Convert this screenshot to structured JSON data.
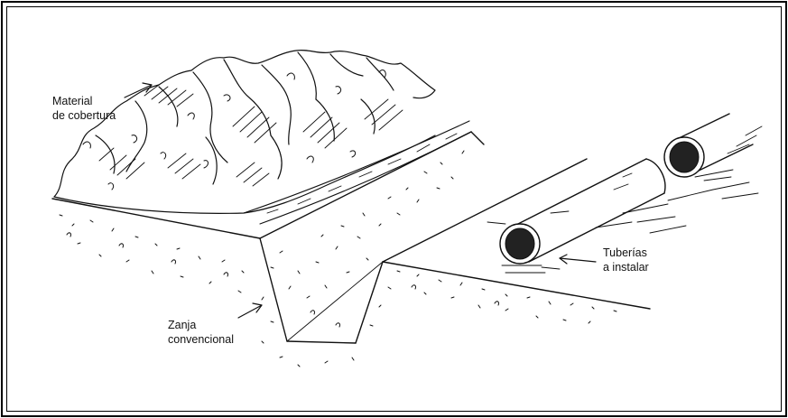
{
  "labels": {
    "cover_material": {
      "line1": "Material",
      "line2": "de cobertura"
    },
    "pipes": {
      "line1": "Tuberías",
      "line2": "a instalar"
    },
    "trench": {
      "line1": "Zanja",
      "line2": "convencional"
    }
  },
  "colors": {
    "ink": "#111111",
    "paper": "#ffffff"
  }
}
